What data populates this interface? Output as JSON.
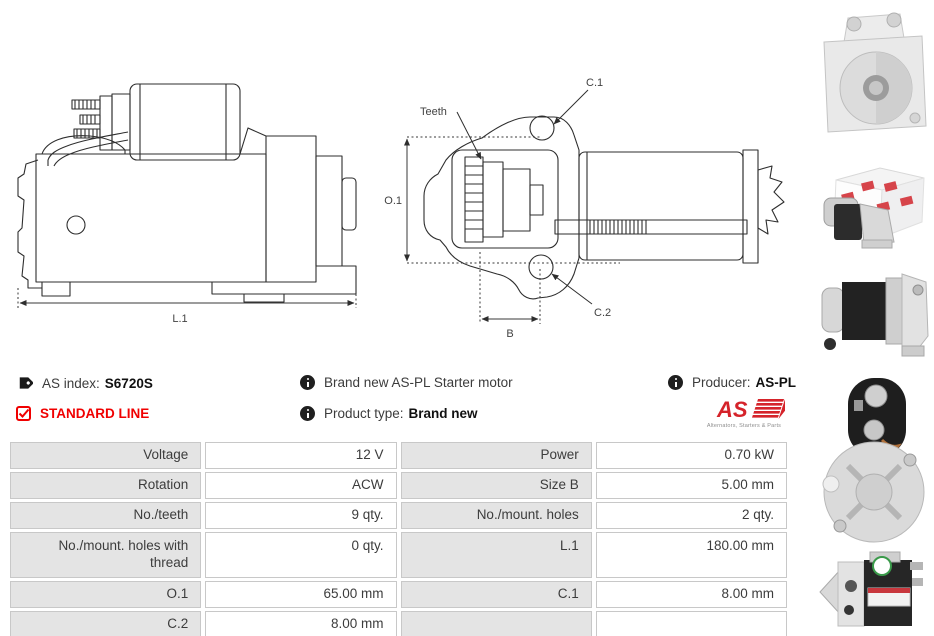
{
  "product": {
    "as_index_label": "AS index:",
    "as_index_value": "S6720S",
    "line_label": "STANDARD LINE",
    "description": "Brand new AS-PL Starter motor",
    "product_type_label": "Product type:",
    "product_type_value": "Brand new",
    "producer_label": "Producer:",
    "producer_value": "AS-PL"
  },
  "logo": {
    "text": "AS",
    "tagline": "Alternators, Starters & Parts"
  },
  "diagram": {
    "labels": {
      "l1": "L.1",
      "o1": "O.1",
      "b": "B",
      "c1": "C.1",
      "c2": "C.2",
      "teeth": "Teeth"
    }
  },
  "colors": {
    "accent_red": "#f00000",
    "logo_red": "#d5232a",
    "table_label_bg": "#e4e4e4",
    "table_border": "#c8c8c8",
    "text": "#3c3c3c",
    "line": "#2e2e2e"
  },
  "photos": [
    {
      "name": "starter-front-view"
    },
    {
      "name": "starter-with-as-pl-box"
    },
    {
      "name": "starter-side-view-black"
    },
    {
      "name": "starter-rear-solenoid-view"
    },
    {
      "name": "starter-side-view-labeled"
    }
  ],
  "spec_table": {
    "rows": [
      {
        "left_label": "Voltage",
        "left_value": "12 V",
        "right_label": "Power",
        "right_value": "0.70 kW"
      },
      {
        "left_label": "Rotation",
        "left_value": "ACW",
        "right_label": "Size B",
        "right_value": "5.00 mm"
      },
      {
        "left_label": "No./teeth",
        "left_value": "9 qty.",
        "right_label": "No./mount. holes",
        "right_value": "2 qty."
      },
      {
        "left_label": "No./mount. holes with thread",
        "left_value": "0 qty.",
        "right_label": "L.1",
        "right_value": "180.00 mm"
      },
      {
        "left_label": "O.1",
        "left_value": "65.00 mm",
        "right_label": "C.1",
        "right_value": "8.00 mm"
      },
      {
        "left_label": "C.2",
        "left_value": "8.00 mm",
        "right_label": "",
        "right_value": ""
      }
    ]
  }
}
